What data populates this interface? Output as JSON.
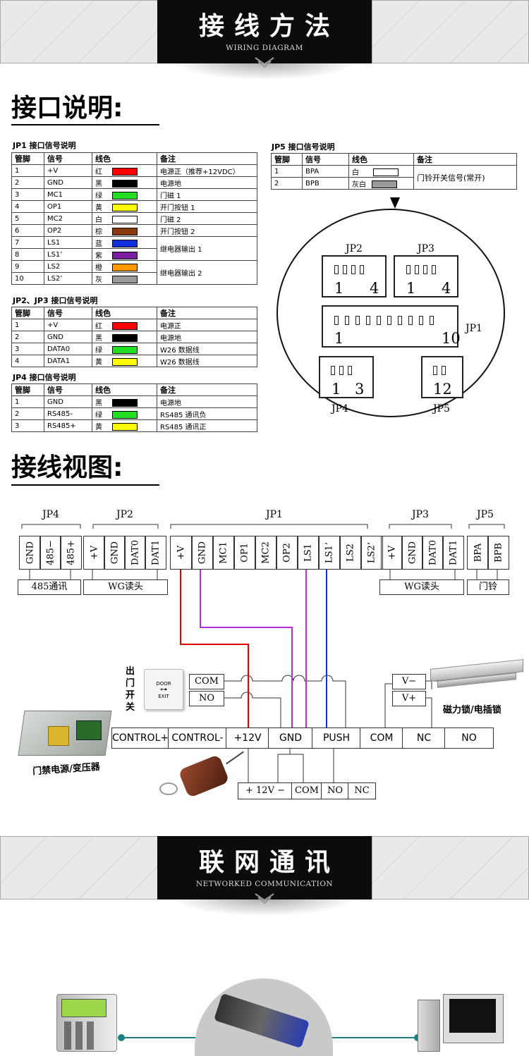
{
  "banner1": {
    "title": "接线方法",
    "subtitle": "WIRING DIAGRAM"
  },
  "section1": {
    "heading": "接口说明:"
  },
  "jp1": {
    "caption": "JP1 接口信号说明",
    "headers": [
      "管脚",
      "信号",
      "线色",
      "备注"
    ],
    "rows": [
      {
        "pin": "1",
        "signal": "+V",
        "color": "红",
        "hex": "#ff0000",
        "note": "电源正（推荐+12VDC）"
      },
      {
        "pin": "2",
        "signal": "GND",
        "color": "黑",
        "hex": "#000000",
        "note": "电源地"
      },
      {
        "pin": "3",
        "signal": "MC1",
        "color": "绿",
        "hex": "#22dd22",
        "note": "门磁 1"
      },
      {
        "pin": "4",
        "signal": "OP1",
        "color": "黄",
        "hex": "#ffff00",
        "note": "开门按钮 1"
      },
      {
        "pin": "5",
        "signal": "MC2",
        "color": "白",
        "hex": "#ffffff",
        "note": "门磁 2"
      },
      {
        "pin": "6",
        "signal": "OP2",
        "color": "棕",
        "hex": "#8b3a10",
        "note": "开门按钮 2"
      },
      {
        "pin": "7",
        "signal": "LS1",
        "color": "蓝",
        "hex": "#1030e0",
        "note": "继电器输出 1"
      },
      {
        "pin": "8",
        "signal": "LS1’",
        "color": "紫",
        "hex": "#7a1fa0",
        "note": ""
      },
      {
        "pin": "9",
        "signal": "LS2",
        "color": "橙",
        "hex": "#ff9900",
        "note": "继电器输出 2"
      },
      {
        "pin": "10",
        "signal": "LS2’",
        "color": "灰",
        "hex": "#999999",
        "note": ""
      }
    ]
  },
  "jp23": {
    "caption": "JP2、JP3 接口信号说明",
    "headers": [
      "管脚",
      "信号",
      "线色",
      "备注"
    ],
    "rows": [
      {
        "pin": "1",
        "signal": "+V",
        "color": "红",
        "hex": "#ff0000",
        "note": "电源正"
      },
      {
        "pin": "2",
        "signal": "GND",
        "color": "黑",
        "hex": "#000000",
        "note": "电源地"
      },
      {
        "pin": "3",
        "signal": "DATA0",
        "color": "绿",
        "hex": "#22dd22",
        "note": "W26 数据线"
      },
      {
        "pin": "4",
        "signal": "DATA1",
        "color": "黄",
        "hex": "#ffff00",
        "note": "W26 数据线"
      }
    ]
  },
  "jp4": {
    "caption": "JP4 接口信号说明",
    "headers": [
      "管脚",
      "信号",
      "线色",
      "备注"
    ],
    "rows": [
      {
        "pin": "1",
        "signal": "GND",
        "color": "黑",
        "hex": "#000000",
        "note": "电源地"
      },
      {
        "pin": "2",
        "signal": "RS485-",
        "color": "绿",
        "hex": "#22dd22",
        "note": "RS485 通讯负"
      },
      {
        "pin": "3",
        "signal": "RS485+",
        "color": "黄",
        "hex": "#ffff00",
        "note": "RS485 通讯正"
      }
    ]
  },
  "jp5": {
    "caption": "JP5 接口信号说明",
    "headers": [
      "管脚",
      "信号",
      "线色",
      "备注"
    ],
    "rows": [
      {
        "pin": "1",
        "signal": "BPA",
        "color": "白",
        "hex": "#ffffff"
      },
      {
        "pin": "2",
        "signal": "BPB",
        "color": "灰白",
        "hex": "#999999"
      }
    ],
    "note": "门铃开关信号(常开)"
  },
  "board": {
    "jp2": "JP2",
    "jp3": "JP3",
    "jp1": "JP1",
    "jp4": "JP4",
    "jp5": "JP5",
    "jp2_from": "1",
    "jp2_to": "4",
    "jp3_from": "1",
    "jp3_to": "4",
    "jp1_from": "1",
    "jp1_to": "10",
    "jp4_from": "1",
    "jp4_to": "3",
    "jp5_pins": "12"
  },
  "section2": {
    "heading": "接线视图:"
  },
  "wiring": {
    "groups": [
      "JP4",
      "JP2",
      "JP1",
      "JP3",
      "JP5"
    ],
    "jp4_terms": [
      "GND",
      "485−",
      "485+"
    ],
    "jp2_terms": [
      "+V",
      "GND",
      "DAT0",
      "DAT1"
    ],
    "jp1_terms": [
      "+V",
      "GND",
      "MC1",
      "OP1",
      "MC2",
      "OP2",
      "LS1",
      "LS1’",
      "LS2",
      "LS2’"
    ],
    "jp3_terms": [
      "+V",
      "GND",
      "DAT0",
      "DAT1"
    ],
    "jp5_terms": [
      "BPA",
      "BPB"
    ],
    "cap_485": "485通讯",
    "cap_wg1": "WG读头",
    "cap_wg2": "WG读头",
    "cap_bell": "门铃",
    "exit_label": "出门开关",
    "com": "COM",
    "no": "NO",
    "vminus": "V−",
    "vplus": "V+",
    "lock_label": "磁力锁/电插锁",
    "psu_label": "门禁电源/变压器",
    "door_text": "DOOR",
    "exit_text": "EXIT",
    "bottom_terms": [
      "CONTROL+",
      "CONTROL-",
      "+12V",
      "GND",
      "PUSH",
      "COM",
      "NC",
      "NO"
    ],
    "remote_terms": [
      "+ 12V −",
      "COM",
      "NO",
      "NC"
    ]
  },
  "banner2": {
    "title": "联网通讯",
    "subtitle": "NETWORKED COMMUNICATION"
  }
}
